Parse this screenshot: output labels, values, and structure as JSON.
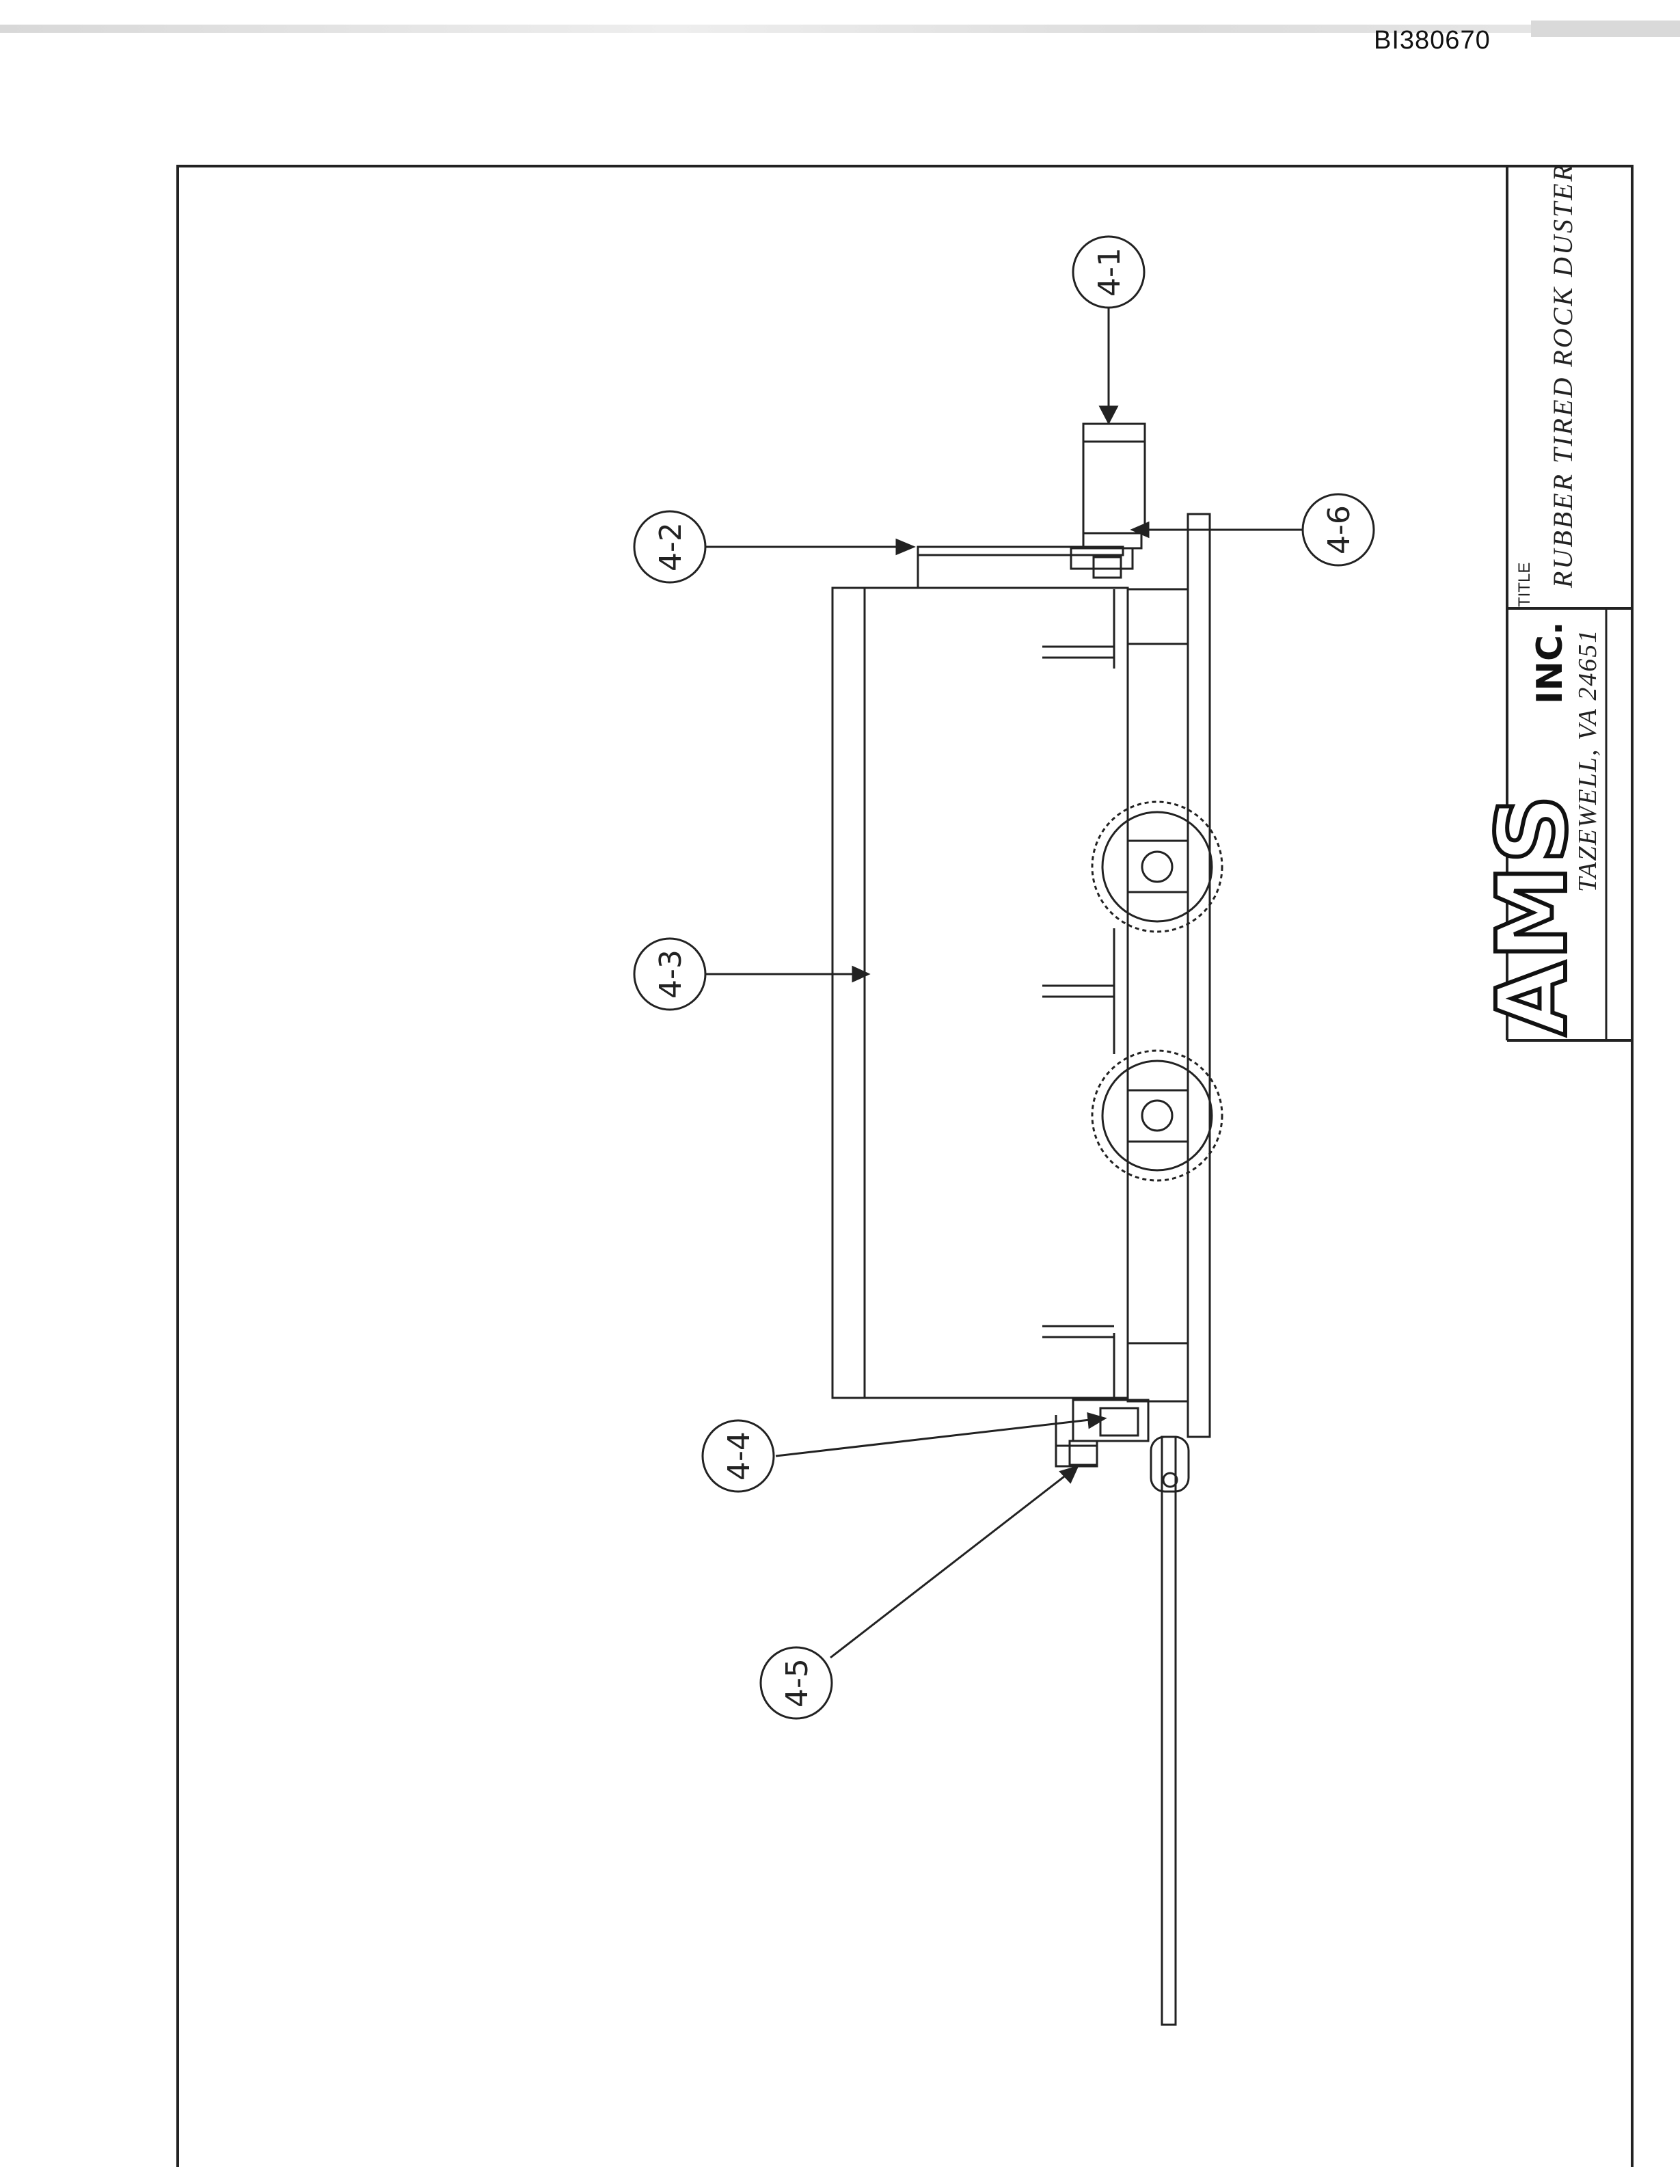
{
  "document": {
    "id": "BI380670"
  },
  "title_block": {
    "title_label": "TITLE",
    "title": "RUBBER TIRED ROCK DUSTER",
    "company_logo": "AMS",
    "company_suffix": "INC.",
    "address": "TAZEWELL, VA 24651"
  },
  "callouts": [
    "4-1",
    "4-2",
    "4-3",
    "4-4",
    "4-5",
    "4-6"
  ],
  "colors": {
    "line": "#222222",
    "paper": "#ffffff"
  }
}
